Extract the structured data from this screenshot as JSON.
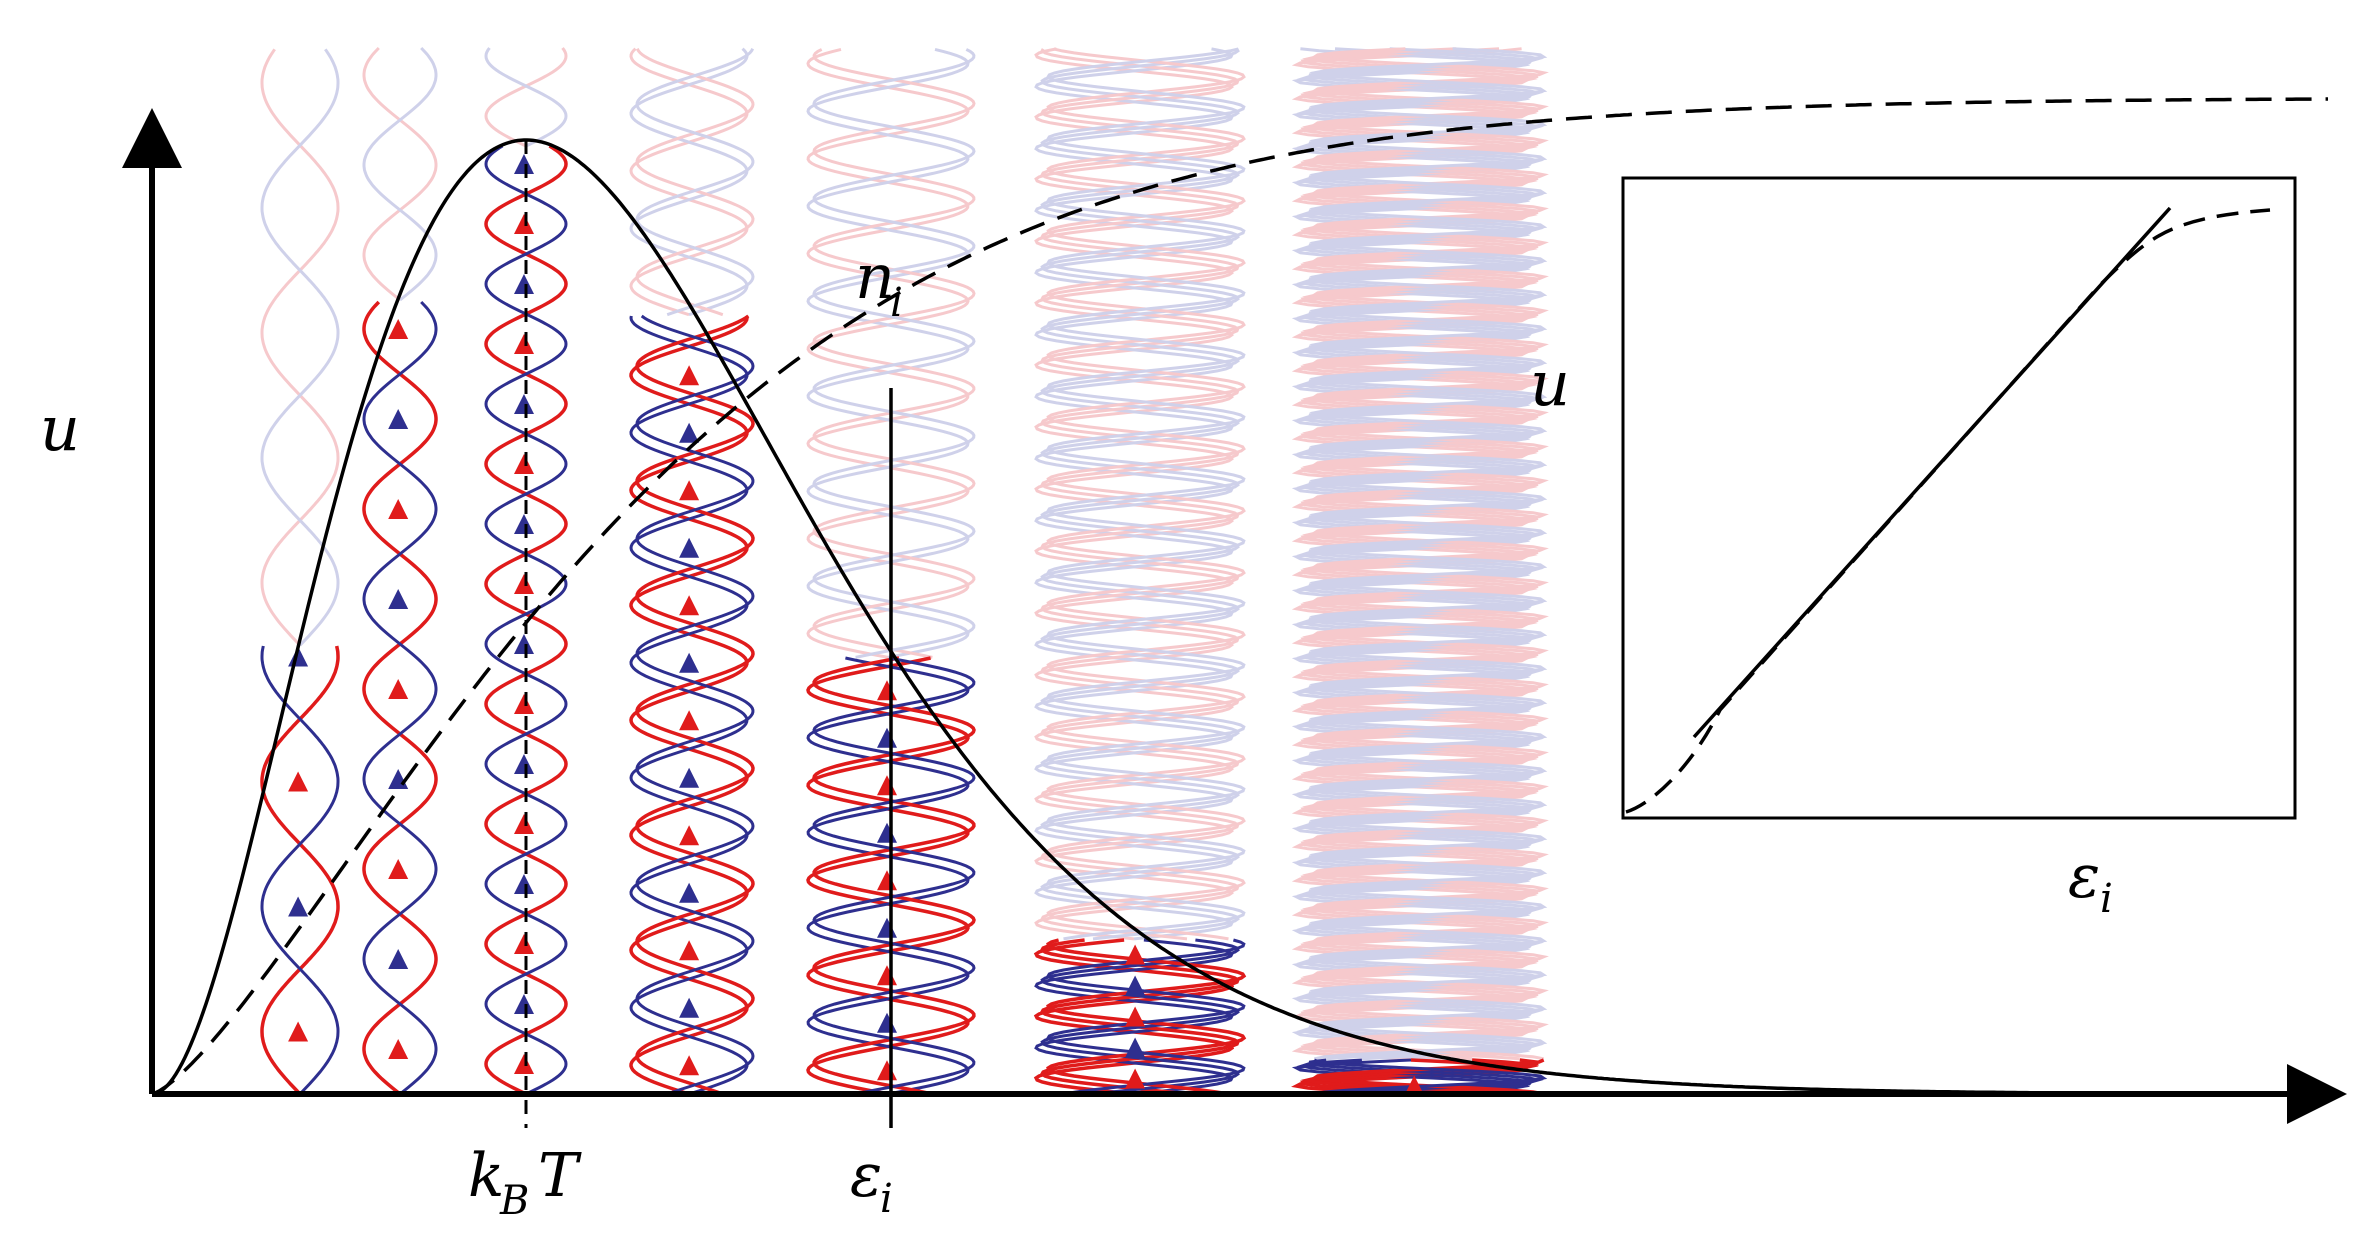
{
  "labels": {
    "u_main": "u",
    "n_main": "n",
    "n_sub": "i",
    "kbt_k": "k",
    "kbt_sub": "B",
    "kbt_T": "T",
    "eps_axis": "ε",
    "eps_axis_sub": "i",
    "u_inset": "u",
    "eps_inset": "ε",
    "eps_inset_sub": "i"
  },
  "colors": {
    "axis": "#000000",
    "curve": "#000000",
    "red_mode": "#e01b1b",
    "blue_mode": "#2e2f8f",
    "faded_red": "#f6c9cc",
    "faded_blue": "#cfd1ea"
  },
  "icons": {
    "mode_direction": "arrow-head-icon"
  }
}
